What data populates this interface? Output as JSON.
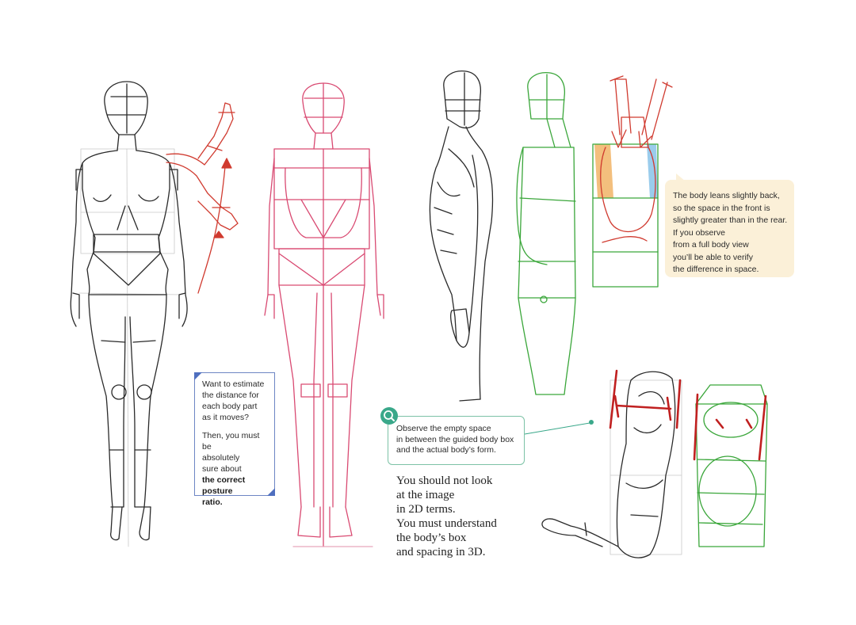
{
  "notes": {
    "posture": {
      "line1": "Want to estimate",
      "line2": "the distance for",
      "line3": "each body part",
      "line4": "as it moves?",
      "line5": "Then, you must be",
      "line6": "absolutely",
      "line7": "sure about",
      "line8": "the correct posture",
      "line9": "ratio."
    },
    "space": {
      "line1": "Observe the empty space",
      "line2": "in between the guided body box",
      "line3": "and the actual body’s form."
    },
    "lean": {
      "line1": "The body leans slightly back,",
      "line2": "so the space in the front is",
      "line3": "slightly greater than in the rear.",
      "line4": "If you observe",
      "line5": "from a full body view",
      "line6": "you’ll be able to verify",
      "line7": "the difference in space."
    }
  },
  "main_text": {
    "line1": "You should not look",
    "line2": "at the image",
    "line3": "in 2D terms.",
    "line4": "You must understand",
    "line5": "the body’s box",
    "line6": "and spacing in 3D."
  },
  "colors": {
    "sketch": "#2a2a2a",
    "pink": "#d94a72",
    "red": "#d03a2f",
    "green": "#3aa63a",
    "note_blue": "#4f6fbf",
    "note_green": "#3aa88a",
    "note_cream": "#fbf0d8"
  },
  "icons": {
    "magnifier": "magnifier-icon"
  }
}
